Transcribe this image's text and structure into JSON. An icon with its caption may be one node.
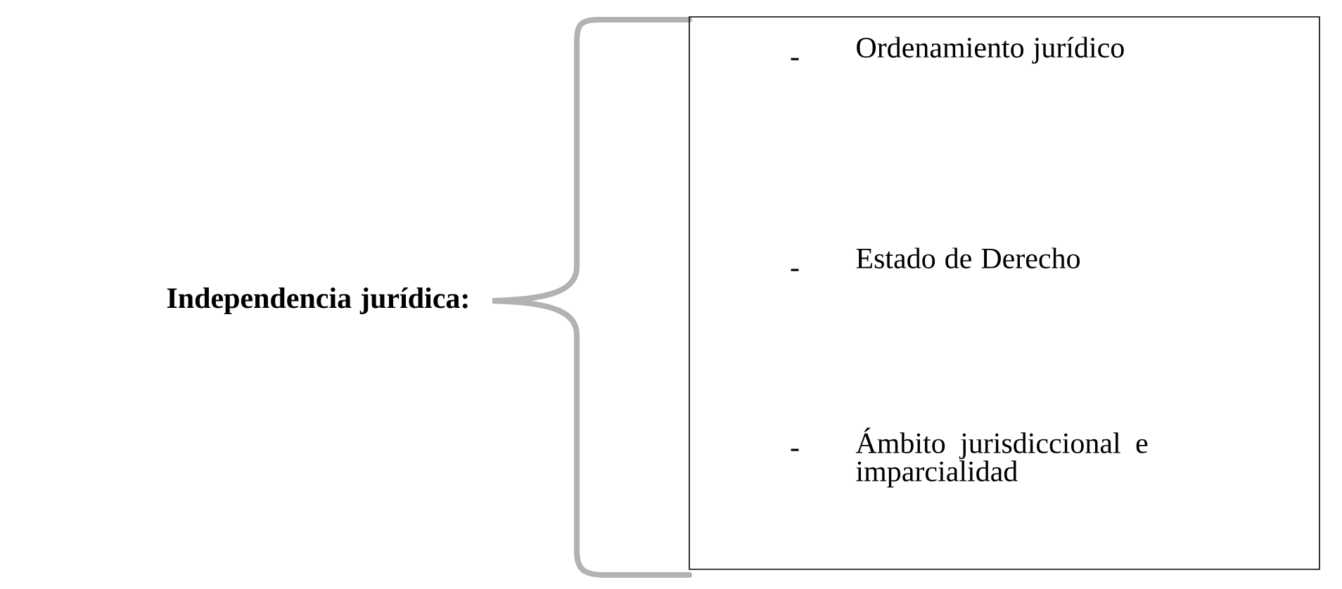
{
  "diagram": {
    "nodes": [
      {
        "text": [
          "Independencia jurídica:"
        ]
      },
      {
        "text": [
          "Ordenamiento jurídico",
          "Estado de Derecho",
          "Ámbito jurisdiccional e imparcialidad"
        ]
      }
    ],
    "labels": [
      "-",
      "-",
      "-"
    ]
  }
}
